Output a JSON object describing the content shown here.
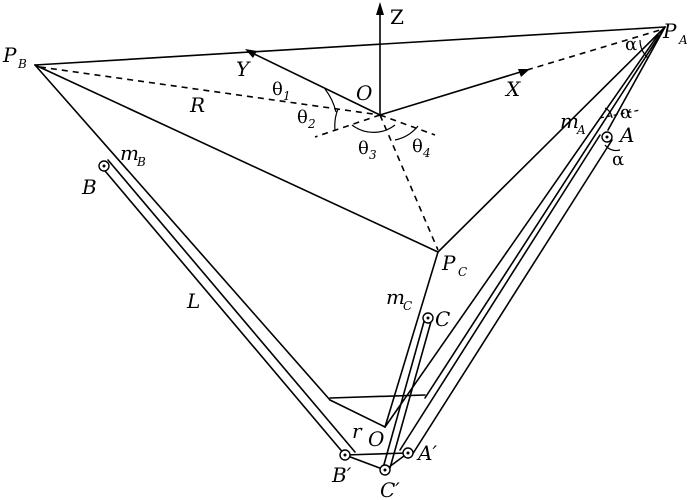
{
  "labels": {
    "PA": "P",
    "PA_sub": "A",
    "PB": "P",
    "PB_sub": "B",
    "PC": "P",
    "PC_sub": "C",
    "Z": "Z",
    "Y": "Y",
    "X": "X",
    "O": "O",
    "O2": "O",
    "R": "R",
    "L": "L",
    "r": "r",
    "A": "A",
    "B": "B",
    "C": "C",
    "Ap": "A′",
    "Bp": "B′",
    "Cp": "C′",
    "mA": "m",
    "mA_sub": "A",
    "mB": "m",
    "mB_sub": "B",
    "mC": "m",
    "mC_sub": "C",
    "theta1": "θ",
    "theta1_sub": "1",
    "theta2": "θ",
    "theta2_sub": "2",
    "theta3": "θ",
    "theta3_sub": "3",
    "theta4": "θ",
    "theta4_sub": "4",
    "alpha": "α"
  }
}
